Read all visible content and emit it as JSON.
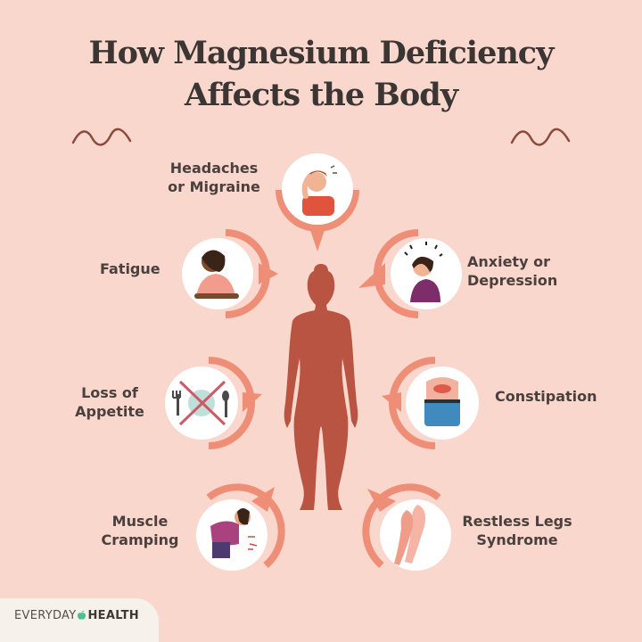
{
  "title": {
    "line1": "How Magnesium Deficiency",
    "line2": "Affects the Body"
  },
  "symptoms": [
    {
      "id": "headaches",
      "line1": "Headaches",
      "line2": "or Migraine",
      "icon": "headache-person-icon",
      "pointer": "down"
    },
    {
      "id": "fatigue",
      "line1": "Fatigue",
      "line2": "",
      "icon": "tired-person-icon",
      "pointer": "right"
    },
    {
      "id": "anxiety",
      "line1": "Anxiety or",
      "line2": "Depression",
      "icon": "anxious-person-icon",
      "pointer": "left"
    },
    {
      "id": "appetite",
      "line1": "Loss of",
      "line2": "Appetite",
      "icon": "no-food-icon",
      "pointer": "right"
    },
    {
      "id": "constipation",
      "line1": "Constipation",
      "line2": "",
      "icon": "stomach-ache-icon",
      "pointer": "left"
    },
    {
      "id": "cramping",
      "line1": "Muscle",
      "line2": "Cramping",
      "icon": "cramping-person-icon",
      "pointer": "up-right"
    },
    {
      "id": "restless-legs",
      "line1": "Restless Legs",
      "line2": "Syndrome",
      "icon": "legs-icon",
      "pointer": "up-left"
    }
  ],
  "center_figure": "human-body-silhouette",
  "logo": {
    "part1": "EVERYDAY",
    "part2": "HEALTH"
  },
  "colors": {
    "background": "#f9d7cd",
    "accent": "#ef8e77",
    "body": "#b85441",
    "title": "#3b3533",
    "squiggle": "#8c4a3d",
    "logo_leaf": "#4fbf8e"
  }
}
